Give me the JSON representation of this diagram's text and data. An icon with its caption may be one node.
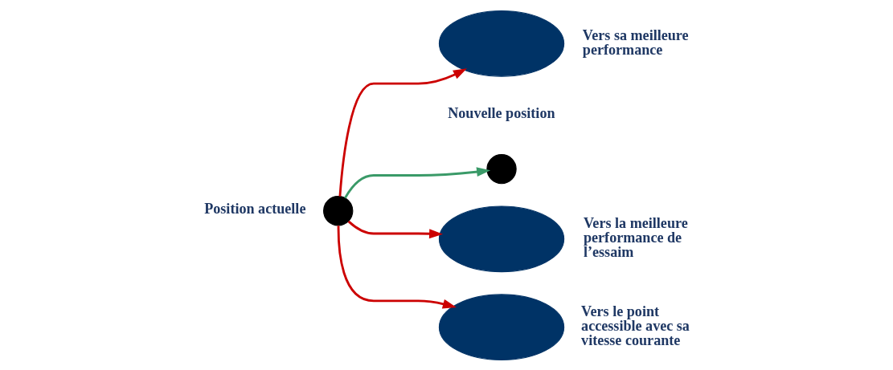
{
  "diagram": {
    "nodes": [
      {
        "text": [],
        "shape": "circle",
        "beside": [
          "Position actuelle"
        ]
      },
      {
        "text": [],
        "shape": "ellipse",
        "beside": [
          "Vers sa meilleure performance"
        ]
      },
      {
        "text": [],
        "shape": "circle",
        "beside": [
          "Nouvelle position"
        ]
      },
      {
        "text": [],
        "shape": "ellipse",
        "beside": [
          "Vers la meilleure performance de l’essaim"
        ]
      },
      {
        "text": [],
        "shape": "ellipse",
        "beside": [
          "Vers le point accessible avec sa vitesse courante"
        ]
      }
    ],
    "edges": [
      {
        "from": 0,
        "to": 1,
        "arrow": "to"
      },
      {
        "from": 0,
        "to": 2,
        "arrow": "to",
        "color": "#3a9a68"
      },
      {
        "from": 0,
        "to": 3,
        "arrow": "to"
      },
      {
        "from": 0,
        "to": 4,
        "arrow": "to"
      }
    ]
  }
}
